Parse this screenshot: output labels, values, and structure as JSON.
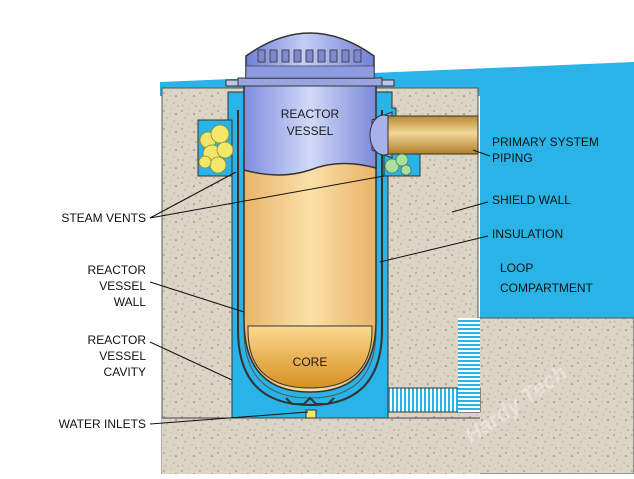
{
  "labels": {
    "reactor_vessel": [
      "REACTOR",
      "VESSEL"
    ],
    "primary_system_piping": [
      "PRIMARY SYSTEM",
      "PIPING"
    ],
    "shield_wall": "SHIELD WALL",
    "insulation": "INSULATION",
    "loop_compartment": [
      "LOOP",
      "COMPARTMENT"
    ],
    "steam_vents": "STEAM VENTS",
    "reactor_vessel_wall": [
      "REACTOR",
      "VESSEL",
      "WALL"
    ],
    "reactor_vessel_cavity": [
      "REACTOR",
      "VESSEL",
      "CAVITY"
    ],
    "core": "CORE",
    "water_inlets": "WATER INLETS"
  },
  "watermark": "Hardy Tech",
  "colors": {
    "water": "#2ab3e6",
    "concrete": "#d9d2c3",
    "vessel_top": "#8f9dea",
    "vessel_fluid": "#f7cf86",
    "core": "#e6a73a",
    "pipe": "#d9a84a",
    "steam_yellow": "#f2e76a",
    "steam_green": "#a8e0a0"
  }
}
